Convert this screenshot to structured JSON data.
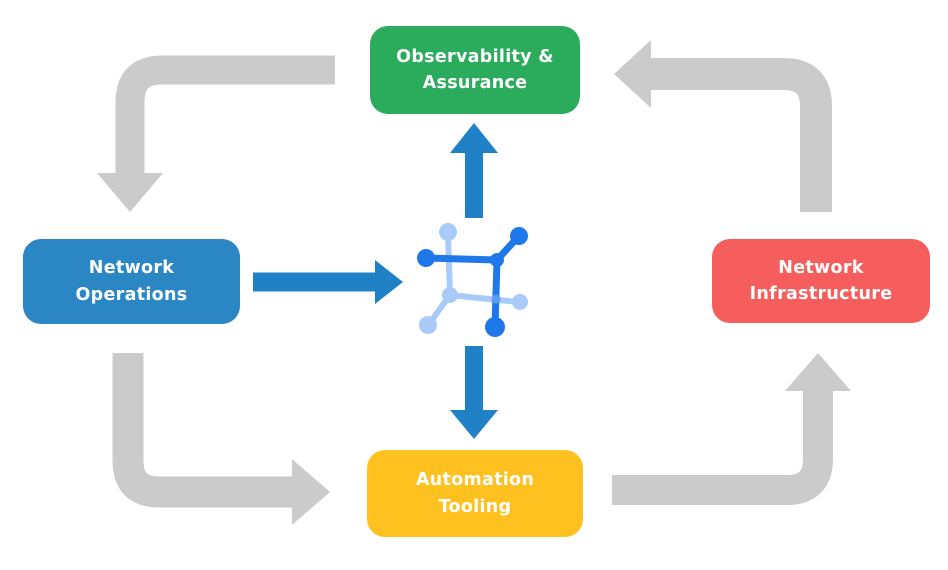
{
  "nodes": {
    "observability": {
      "label": "Observability &\nAssurance"
    },
    "operations": {
      "label": "Network\nOperations"
    },
    "infrastructure": {
      "label": "Network\nInfrastructure"
    },
    "automation": {
      "label": "Automation\nTooling"
    }
  },
  "center_icon": "network-hub-icon",
  "colors": {
    "background": "#ffffff",
    "text-white": "#ffffff",
    "node-green": "#2bac5c",
    "node-blue": "#2b86c4",
    "node-red": "#f65e5e",
    "node-yellow": "#ffc120",
    "arrow-gray": "#cbcbcb",
    "arrow-blue": "#2181c6",
    "icon-dark": "#1e78ea",
    "icon-light": "#a9cbf9",
    "icon-mid": "#5f9df0"
  }
}
